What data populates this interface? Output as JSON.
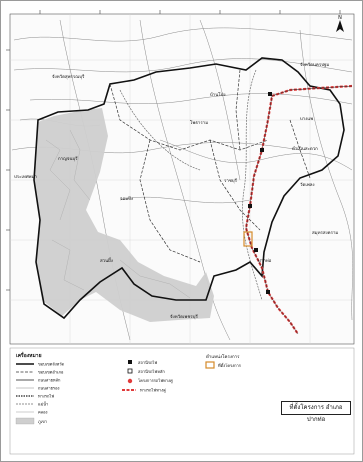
{
  "map": {
    "caption": "ที่ตั้งโครงการ อำเภอปากท่อ",
    "places": [
      "จังหวัดนครปฐม",
      "จังหวัดสุพรรณบุรี",
      "กาญจนบุรี",
      "ราชบุรี",
      "โพธาราม",
      "บ้านโป่ง",
      "ปากท่อ",
      "ดำเนินสะดวก",
      "วัดเพลง",
      "จอมบึง",
      "สวนผึ้ง",
      "บางแพ",
      "สมุทรสงคราม",
      "ประเทศพม่า",
      "จังหวัดเพชรบุรี"
    ],
    "colors": {
      "railway": "#e03a3a",
      "boundary": "#111111",
      "terrain": "#cfcfcf",
      "marker": "#d48a2a"
    },
    "icons": [
      "north-arrow-icon",
      "project-site-icon"
    ]
  },
  "legend": {
    "title": "เครื่องหมาย",
    "items": [
      "ขอบเขตจังหวัด",
      "ขอบเขตอำเภอ",
      "ถนนสายหลัก",
      "ถนนสายรอง",
      "ทางรถไฟ",
      "แม่น้ำ",
      "คลอง",
      "ภูเขา"
    ],
    "symbols": [
      "สถานีรถไฟ",
      "สถานีรถไฟหลัก",
      "โครงการรถไฟทางคู่",
      "ทางรถไฟทางคู่"
    ],
    "project": {
      "title": "ตำแหน่งโครงการ",
      "desc": "ที่ตั้งโครงการ"
    }
  }
}
